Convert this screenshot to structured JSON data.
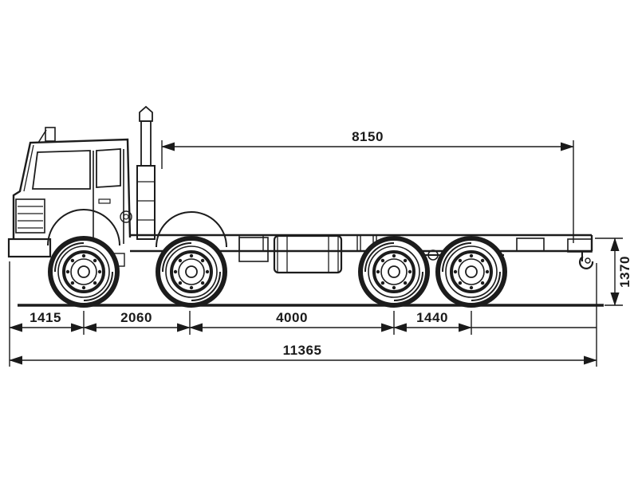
{
  "diagram": {
    "name": "truck-chassis-dimension-drawing",
    "view": "side-elevation"
  },
  "colors": {
    "line": "#1c1c1c",
    "dimension": "#1a1a1a",
    "background": "#ffffff"
  },
  "dimensions": {
    "top_span": "8150",
    "frame_height": "1370",
    "front_overhang_to_axle1": "1415",
    "axle1_to_axle2": "2060",
    "axle2_to_axle3": "4000",
    "axle3_to_axle4": "1440",
    "overall_length": "11365"
  }
}
